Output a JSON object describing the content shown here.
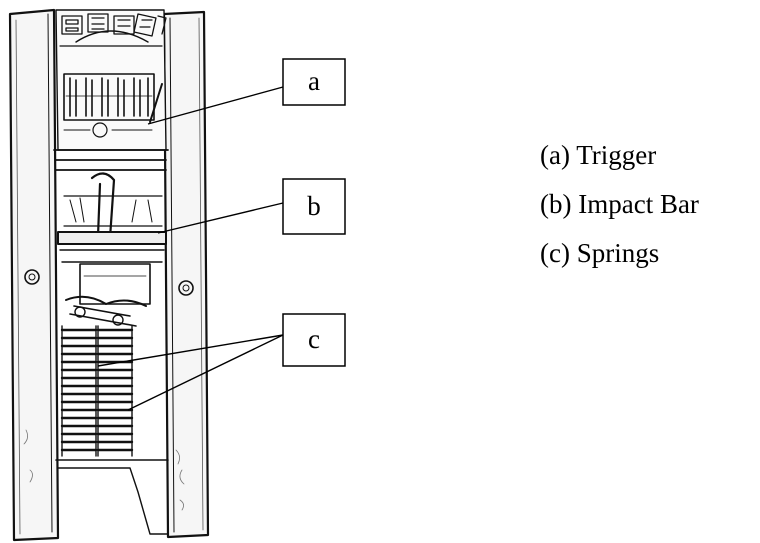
{
  "callouts": [
    {
      "letter": "a"
    },
    {
      "letter": "b"
    },
    {
      "letter": "c"
    }
  ],
  "legend": [
    {
      "text": "(a) Trigger"
    },
    {
      "text": "(b) Impact Bar"
    },
    {
      "text": "(c) Springs"
    }
  ]
}
